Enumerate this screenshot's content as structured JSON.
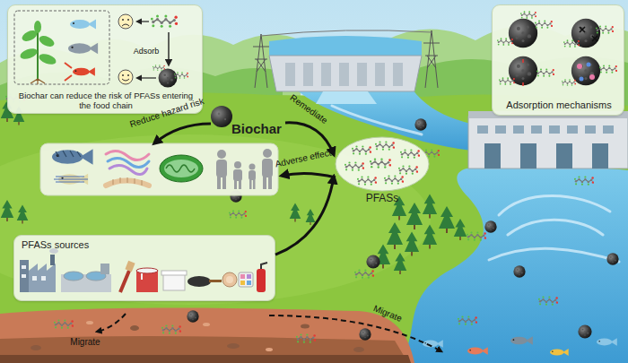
{
  "diagram": {
    "nodes": [
      {
        "text": [
          "Biochar can reduce the risk of PFASs entering the food chain"
        ]
      },
      {
        "text": [
          "Adsorption mechanisms"
        ]
      },
      {
        "text": [
          "Biochar"
        ]
      },
      {
        "text": [
          "PFASs"
        ]
      },
      {
        "text": [
          "PFASs sources"
        ]
      }
    ],
    "edges": [
      {
        "from": 2,
        "to": 3,
        "label": "Remediate",
        "arrow": "to"
      },
      {
        "from": 4,
        "to": 3,
        "arrow": "to"
      }
    ],
    "labels": [
      "Adsorb",
      "Reduce hazard risk",
      "Adverse effect",
      "Migrate",
      "Migrate"
    ]
  }
}
